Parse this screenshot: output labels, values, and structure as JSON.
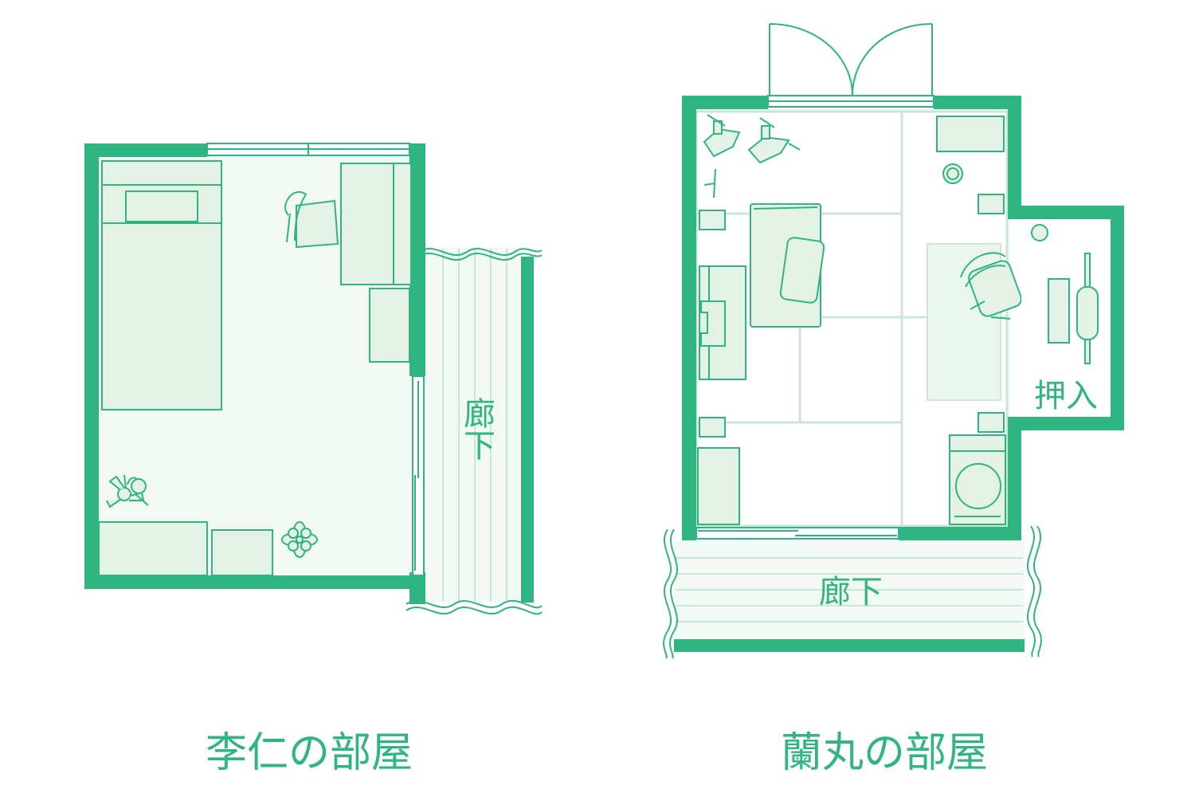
{
  "colors": {
    "wall": "#2eb581",
    "line": "#2eb581",
    "floor": "#f2f9f4",
    "furniture": "#e3f1e7",
    "tatami_line": "#cbe6d3",
    "background": "#ffffff"
  },
  "left_room": {
    "title": "李仁の部屋",
    "corridor_label": "廊下"
  },
  "right_room": {
    "title": "蘭丸の部屋",
    "corridor_label": "廊下",
    "closet_label": "押入"
  }
}
